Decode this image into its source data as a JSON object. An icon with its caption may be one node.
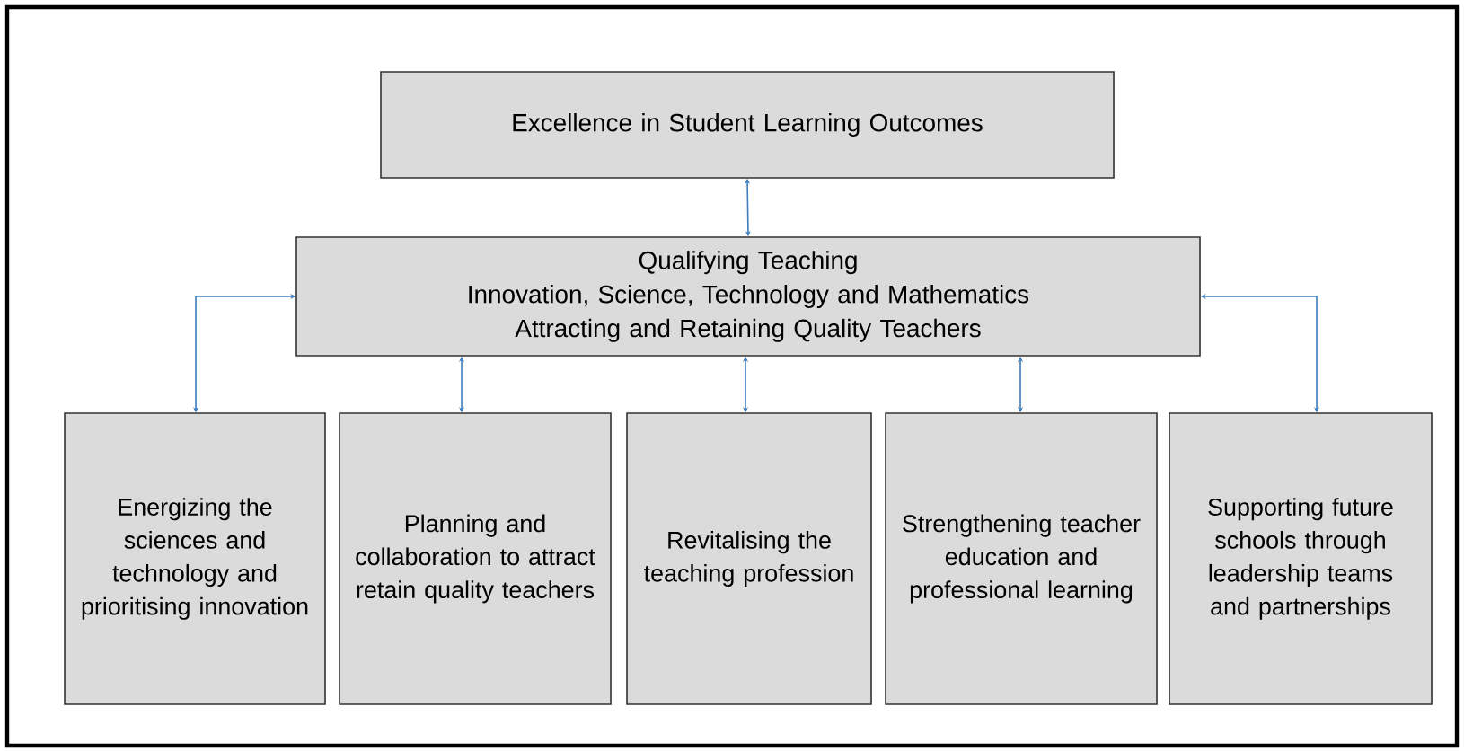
{
  "diagram": {
    "nodes": [
      {
        "text": [
          "Excellence in Student Learning Outcomes"
        ]
      },
      {
        "text": [
          "Qualifying Teaching",
          "Innovation, Science, Technology and Mathematics",
          "Attracting and Retaining Quality Teachers"
        ]
      },
      {
        "text": [
          "Energizing the sciences and technology and prioritising innovation"
        ]
      },
      {
        "text": [
          "Planning and collaboration to attract retain quality teachers"
        ]
      },
      {
        "text": [
          "Revitalising the teaching profession"
        ]
      },
      {
        "text": [
          "Strengthening teacher education and professional learning"
        ]
      },
      {
        "text": [
          "Supporting future schools through leadership teams and partnerships"
        ]
      }
    ],
    "edges": [
      {
        "from": 0,
        "to": 1,
        "arrow": "both"
      },
      {
        "from": 1,
        "to": 2,
        "arrow": "both"
      },
      {
        "from": 1,
        "to": 3,
        "arrow": "both"
      },
      {
        "from": 1,
        "to": 4,
        "arrow": "both"
      },
      {
        "from": 1,
        "to": 5,
        "arrow": "both"
      },
      {
        "from": 1,
        "to": 6,
        "arrow": "both"
      }
    ]
  }
}
